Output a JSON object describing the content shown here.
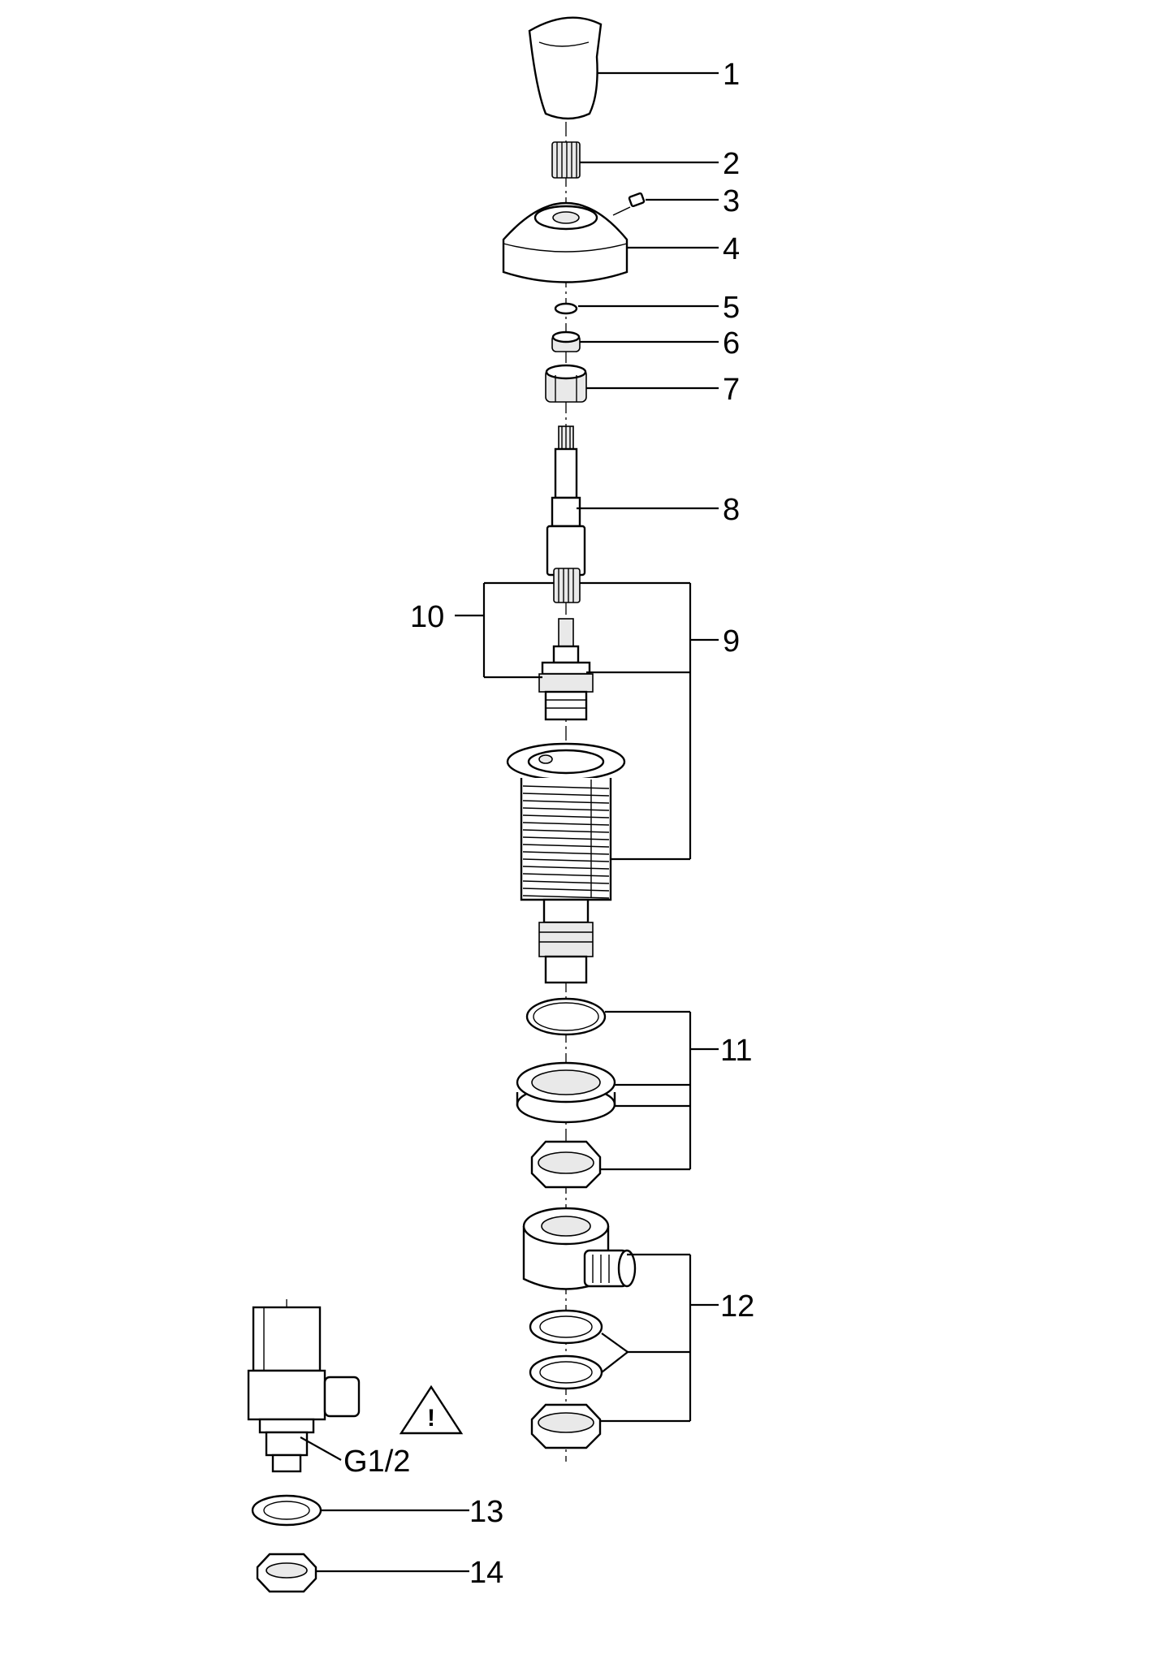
{
  "callouts": {
    "c1": "1",
    "c2": "2",
    "c3": "3",
    "c4": "4",
    "c5": "5",
    "c6": "6",
    "c7": "7",
    "c8": "8",
    "c9": "9",
    "c10": "10",
    "c11": "11",
    "c12": "12",
    "c13": "13",
    "c14": "14"
  },
  "thread_label": "G1/2",
  "warning_mark": "!",
  "icons": {
    "warning": "warning-triangle-icon"
  }
}
